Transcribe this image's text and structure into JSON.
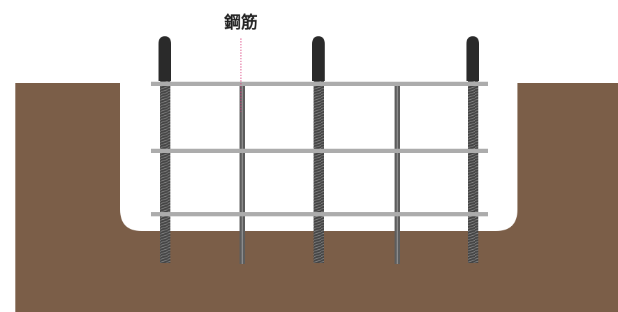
{
  "label": {
    "text": "鋼筋"
  },
  "colors": {
    "soil": "#7b5e48",
    "horizontal_bar": "#acacac",
    "thread_rod": "#4a4a4a",
    "plain_rod": "#5d5d5d",
    "rod_cap": "#2a2a2a",
    "leader_line": "#d9387a"
  },
  "icons": {
    "rebar": "rebar-shape",
    "soil": "soil-shape"
  }
}
